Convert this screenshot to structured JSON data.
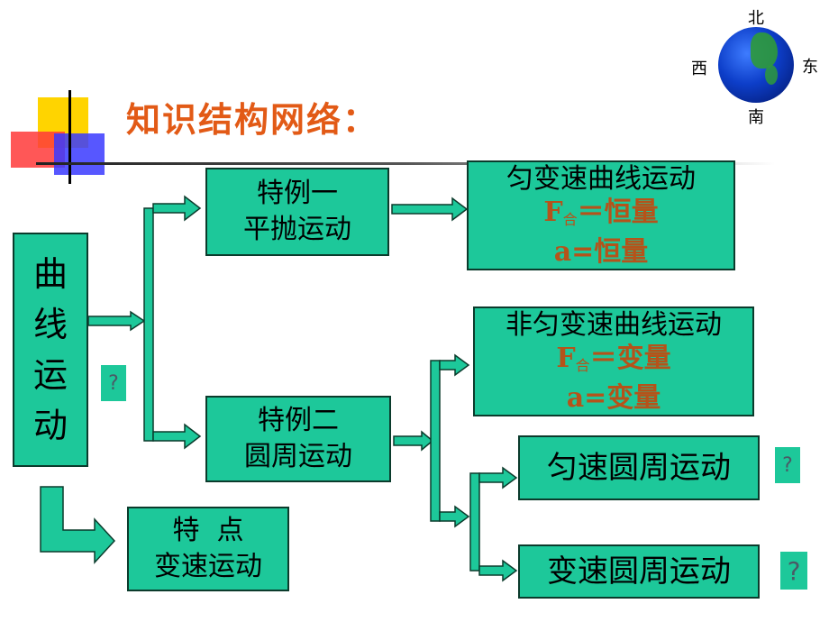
{
  "title": "知识结构网络：",
  "compass": {
    "north": "北",
    "south": "南",
    "east": "东",
    "west": "西"
  },
  "root": {
    "label": "曲线运动",
    "chars": [
      "曲",
      "线",
      "运",
      "动"
    ]
  },
  "special1": {
    "line1": "特例一",
    "line2": "平抛运动"
  },
  "special2": {
    "line1": "特例二",
    "line2": "圆周运动"
  },
  "feature": {
    "line1": "特  点",
    "line2": "变速运动"
  },
  "uniform_curve": {
    "title": "匀变速曲线运动",
    "f_main": "F",
    "f_sub": "合",
    "f_rest": "＝恒量",
    "a_line": "a=恒量"
  },
  "nonuniform_curve": {
    "title": "非匀变速曲线运动",
    "f_main": "F",
    "f_sub": "合",
    "f_rest": "＝变量",
    "a_line": "a=变量"
  },
  "uniform_circle": {
    "label": "匀速圆周运动"
  },
  "variable_circle": {
    "label": "变速圆周运动"
  },
  "question_mark": "?",
  "colors": {
    "box": "#1dc89a",
    "accent": "#e25a16",
    "formula": "#b5531a"
  }
}
